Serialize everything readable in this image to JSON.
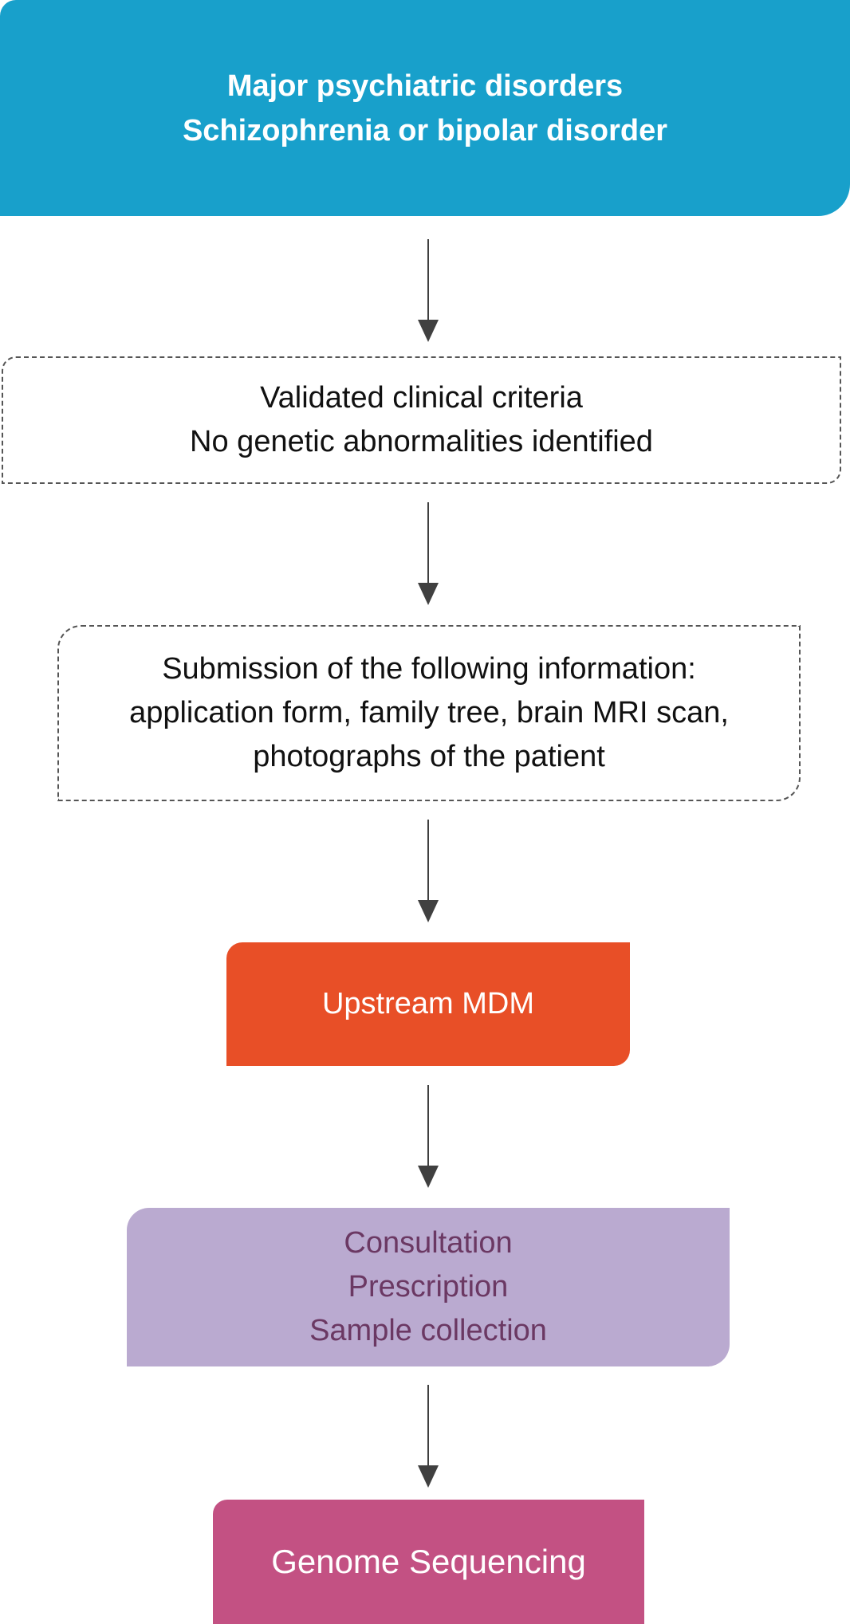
{
  "steps": [
    {
      "lines": [
        "Major psychiatric disorders",
        "Schizophrenia or bipolar disorder"
      ],
      "color": "#18a0cb",
      "text_color": "#ffffff"
    },
    {
      "lines": [
        "Validated clinical criteria",
        "No genetic abnormalities identified"
      ],
      "style": "dashed",
      "text_color": "#111111"
    },
    {
      "lines": [
        "Submission of the following information:",
        "application form, family tree, brain MRI scan,",
        "photographs of the patient"
      ],
      "style": "dashed",
      "text_color": "#111111"
    },
    {
      "lines": [
        "Upstream MDM"
      ],
      "color": "#e84f27",
      "text_color": "#ffffff"
    },
    {
      "lines": [
        "Consultation",
        "Prescription",
        "Sample collection"
      ],
      "color": "#baaad0",
      "text_color": "#6b3863"
    },
    {
      "lines": [
        "Genome Sequencing"
      ],
      "color": "#c35183",
      "text_color": "#ffffff"
    }
  ],
  "connector": {
    "color": "#404040",
    "icon": "arrow-down-icon"
  }
}
